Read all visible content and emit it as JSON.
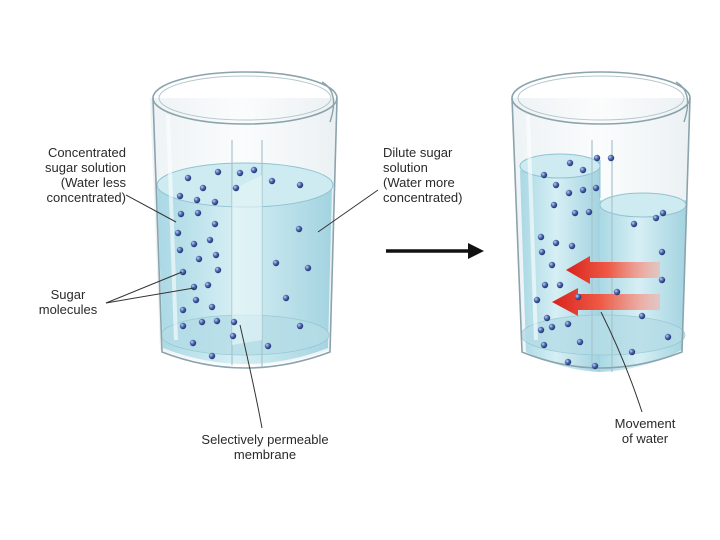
{
  "labels": {
    "concentrated": [
      "Concentrated",
      "sugar solution",
      "(Water less",
      "concentrated)"
    ],
    "dilute": [
      "Dilute sugar",
      "solution",
      "(Water more",
      "concentrated)"
    ],
    "sugar": [
      "Sugar",
      "molecules"
    ],
    "membrane": [
      "Selectively permeable",
      "membrane"
    ],
    "movement": [
      "Movement",
      "of water"
    ]
  },
  "colors": {
    "water": "#bfe3ec",
    "water_edge": "#7fb9c8",
    "glass_edge": "#8aa3ad",
    "molecule": "#2c4a8c",
    "arrow_red": "#e0302a",
    "process_arrow": "#111111"
  }
}
